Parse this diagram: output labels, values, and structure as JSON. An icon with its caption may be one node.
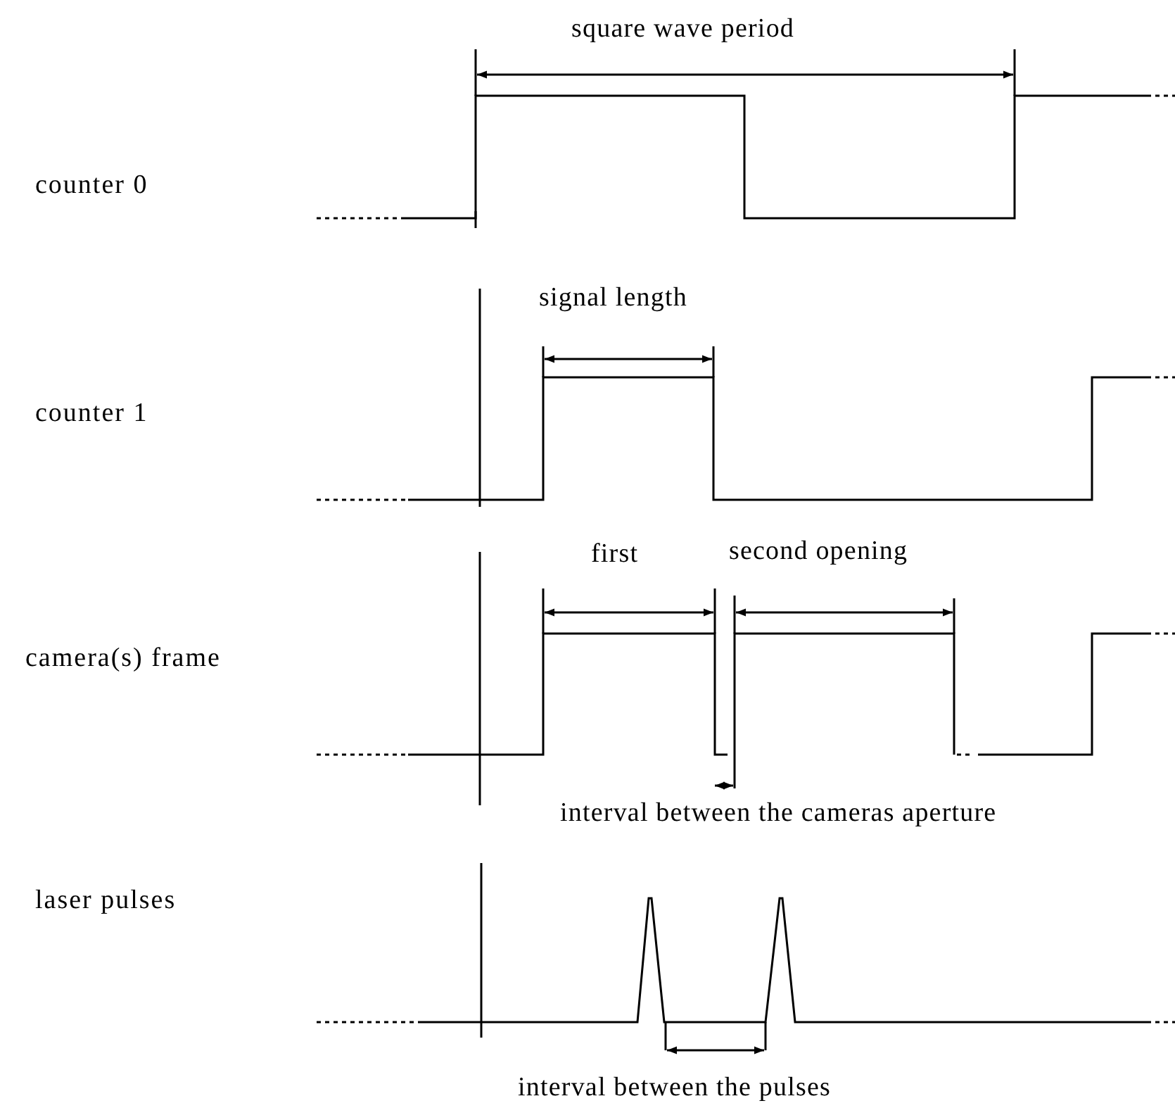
{
  "diagram": {
    "labels": [
      "square wave period",
      "counter 0",
      "signal length",
      "counter 1",
      "first",
      "second opening",
      "camera(s) frame",
      "interval between the cameras aperture",
      "laser pulses",
      "interval between the pulses"
    ]
  }
}
